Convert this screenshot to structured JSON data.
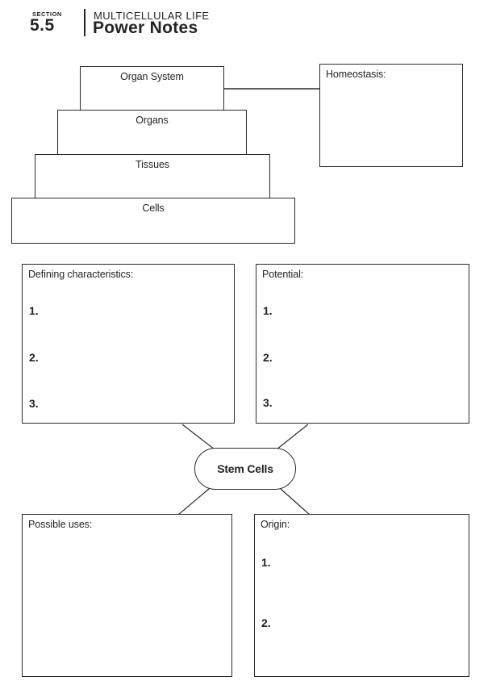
{
  "header": {
    "section_label": "SECTION",
    "section_number": "5.5",
    "chapter_title": "MULTICELLULAR LIFE",
    "page_title": "Power Notes"
  },
  "pyramid": {
    "levels": [
      {
        "label": "Organ System"
      },
      {
        "label": "Organs"
      },
      {
        "label": "Tissues"
      },
      {
        "label": "Cells"
      }
    ],
    "homeostasis": {
      "label": "Homeostasis:"
    }
  },
  "concept_map": {
    "center_label": "Stem Cells",
    "defining": {
      "label": "Defining characteristics:",
      "items": [
        "1.",
        "2.",
        "3."
      ]
    },
    "potential": {
      "label": "Potential:",
      "items": [
        "1.",
        "2.",
        "3."
      ]
    },
    "possible_uses": {
      "label": "Possible uses:",
      "items": []
    },
    "origin": {
      "label": "Origin:",
      "items": [
        "1.",
        "2."
      ]
    }
  },
  "colors": {
    "ink": "#262223",
    "line": "#2d292a",
    "background": "#ffffff"
  }
}
